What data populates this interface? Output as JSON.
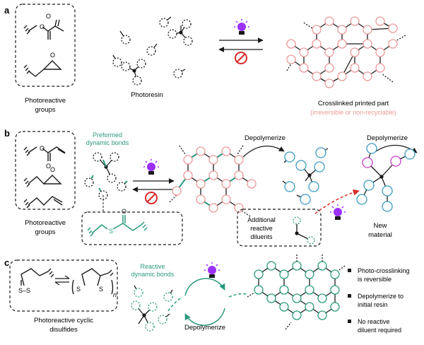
{
  "panel_a": {
    "letter": "a",
    "groups_label": [
      "Photoreactive",
      "groups"
    ],
    "photoresin_label": "Photoresin",
    "product_label": "Crosslinked printed part",
    "product_note": "(irreversible or non-recyclable)"
  },
  "panel_b": {
    "letter": "b",
    "groups_label": [
      "Photoreactive",
      "groups"
    ],
    "dynamic_label": [
      "Preformed",
      "dynamic bonds"
    ],
    "thioester_s": "S",
    "thioester_o": "O",
    "depoly_1": "Depolymerize",
    "depoly_2": "Depolymerize",
    "diluents_label": [
      "Additional",
      "reactive",
      "diluents"
    ],
    "new_material_label": [
      "New",
      "material"
    ]
  },
  "panel_c": {
    "letter": "c",
    "disulfide_label": [
      "Photoreactive cyclic",
      "disulfides"
    ],
    "ring_s": "S–S",
    "chain_s": "S",
    "n_label": "n",
    "dynamic_label": [
      "Reactive",
      "dynamic bonds"
    ],
    "depoly_label": "Depolymerize",
    "bullets": [
      [
        "Photo-crosslinking",
        "is reversible"
      ],
      [
        "Depolymerize to",
        "initial resin"
      ],
      [
        "No reactive",
        "diluent required"
      ]
    ]
  },
  "colors": {
    "pink": "#ec9a9a",
    "blue": "#3a9bc2",
    "teal": "#2a9a7e",
    "magenta": "#c63ec6",
    "purple": "#9b30ff",
    "red": "#d62b2b",
    "dark": "#1a1a1a"
  }
}
